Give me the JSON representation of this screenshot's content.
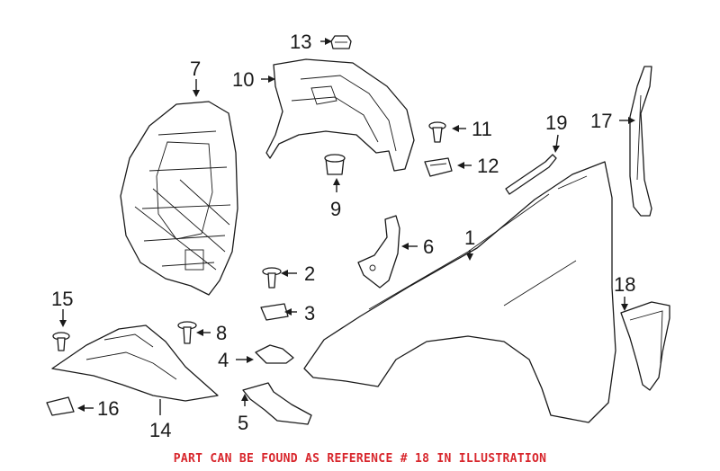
{
  "callouts": {
    "c1": "1",
    "c2": "2",
    "c3": "3",
    "c4": "4",
    "c5": "5",
    "c6": "6",
    "c7": "7",
    "c8": "8",
    "c9": "9",
    "c10": "10",
    "c11": "11",
    "c12": "12",
    "c13": "13",
    "c14": "14",
    "c15": "15",
    "c16": "16",
    "c17": "17",
    "c18": "18",
    "c19": "19"
  },
  "footer": {
    "note": "PART CAN BE FOUND AS REFERENCE # 18 IN ILLUSTRATION",
    "color": "#d8262c"
  },
  "colors": {
    "line": "#1a1a1a",
    "background": "#ffffff"
  }
}
